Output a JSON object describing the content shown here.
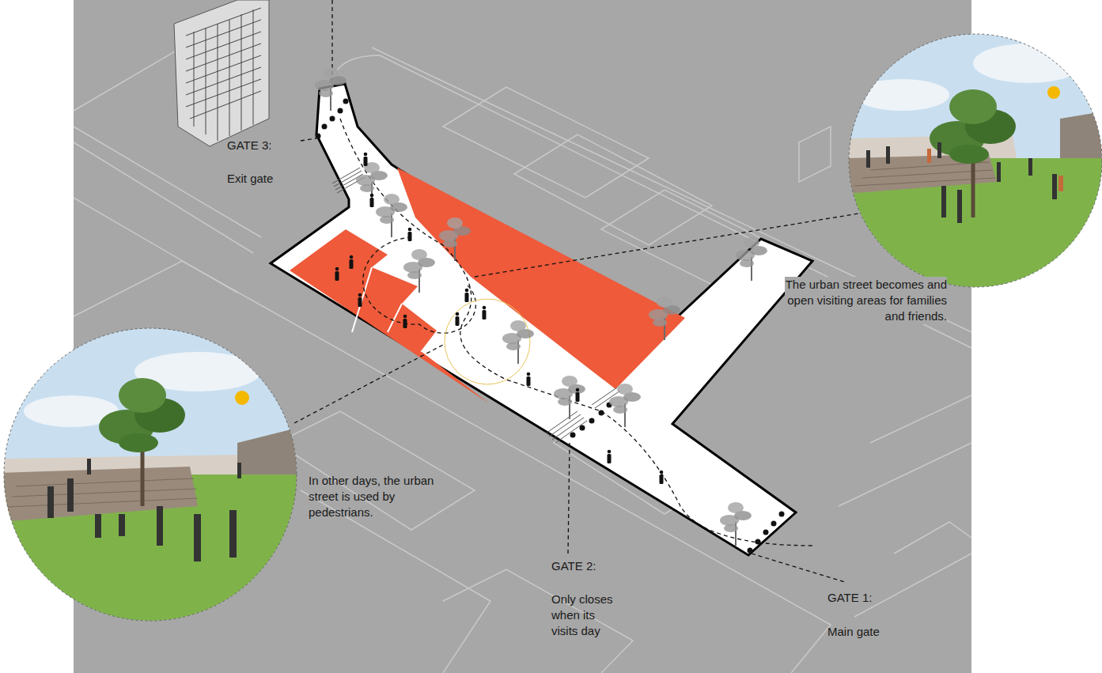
{
  "diagram": {
    "labels": [
      "GATE 3:",
      "Exit gate",
      "The urban street becomes and open visiting areas for families and friends.",
      "In other days, the urban street is used by pedestrians.",
      "GATE 2:",
      "Only closes when its visits day",
      "GATE 1:",
      "Main gate"
    ]
  }
}
